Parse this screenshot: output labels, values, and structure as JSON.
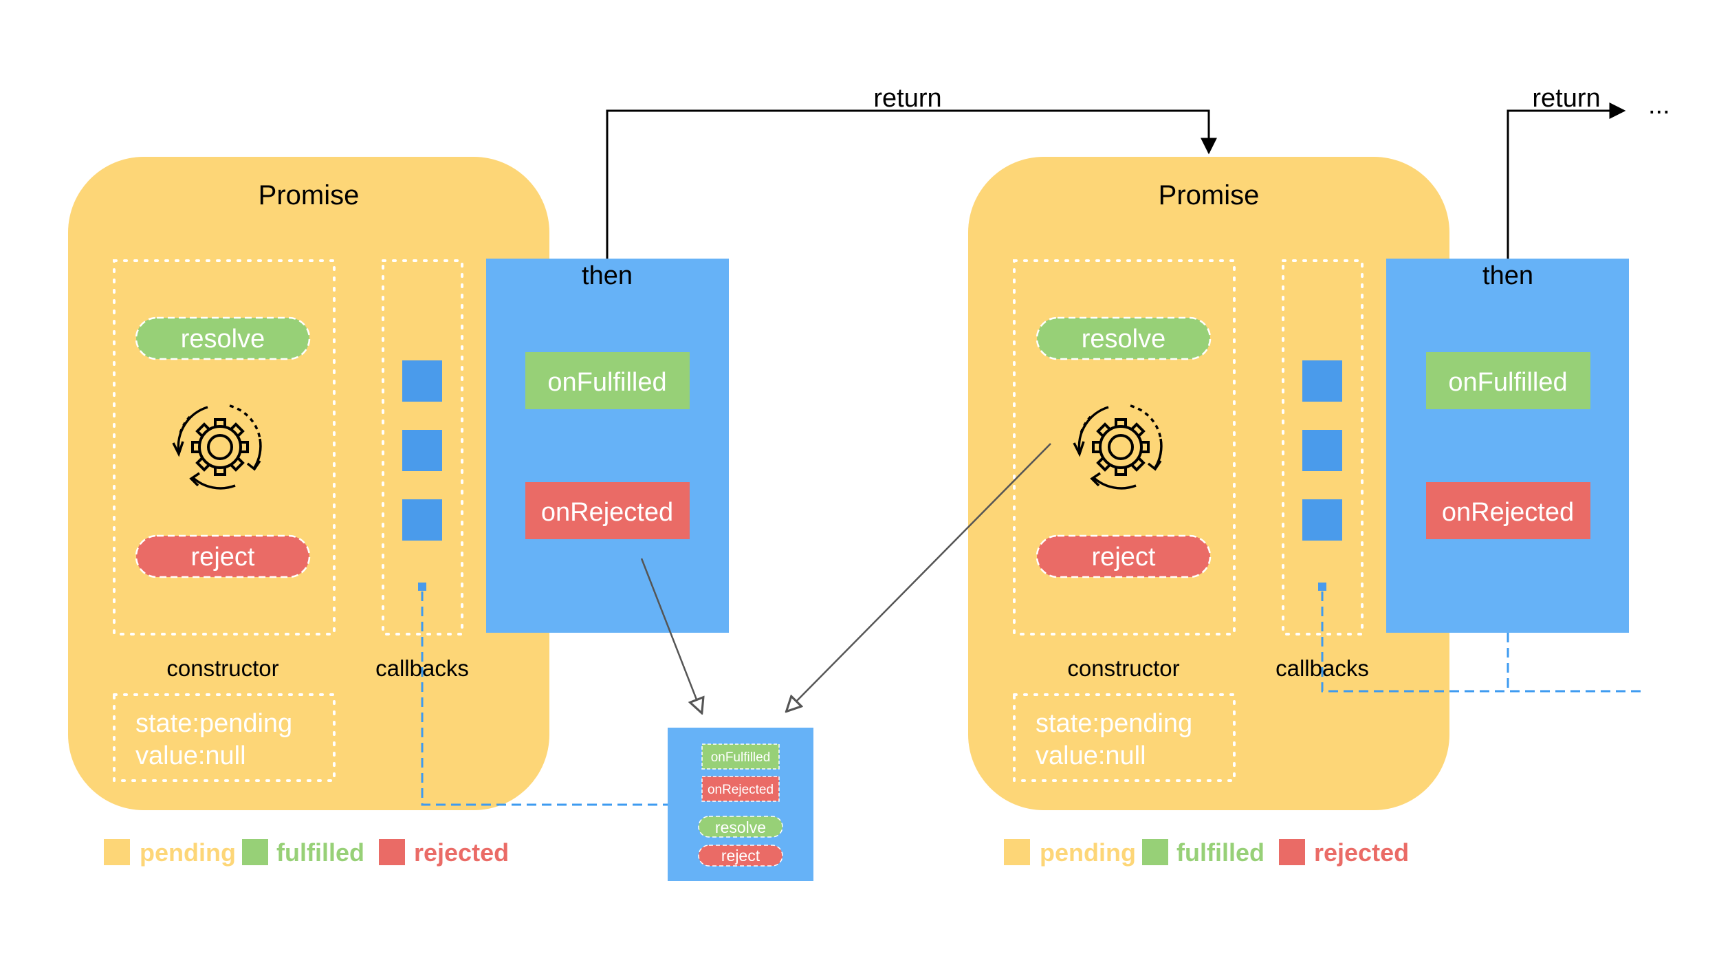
{
  "labels": {
    "promise": "Promise",
    "then": "then",
    "resolve": "resolve",
    "reject": "reject",
    "on_fulfilled": "onFulfilled",
    "on_rejected": "onRejected",
    "constructor": "constructor",
    "callbacks": "callbacks",
    "state_line": "state:pending",
    "value_line": "value:null",
    "return": "return",
    "ellipsis": "..."
  },
  "legend": [
    {
      "label": "pending",
      "color": "#FDD677"
    },
    {
      "label": "fulfilled",
      "color": "#97D077"
    },
    {
      "label": "rejected",
      "color": "#EA6B66"
    }
  ],
  "mini_block": {
    "on_fulfilled": "onFulfilled",
    "on_rejected": "onRejected",
    "resolve": "resolve",
    "reject": "reject"
  },
  "icons": {
    "constructor_icon": "gear-with-cycle-arrows-icon",
    "callback_slot": "callback-slot-square"
  },
  "colors": {
    "pending": "#FDD677",
    "fulfilled": "#97D077",
    "rejected": "#EA6B66",
    "then_block": "#66B2F7",
    "callback_slot": "#4A9BEB",
    "dashed_link": "#3E9BF0",
    "line": "#000000",
    "arrow_gray": "#555555"
  }
}
